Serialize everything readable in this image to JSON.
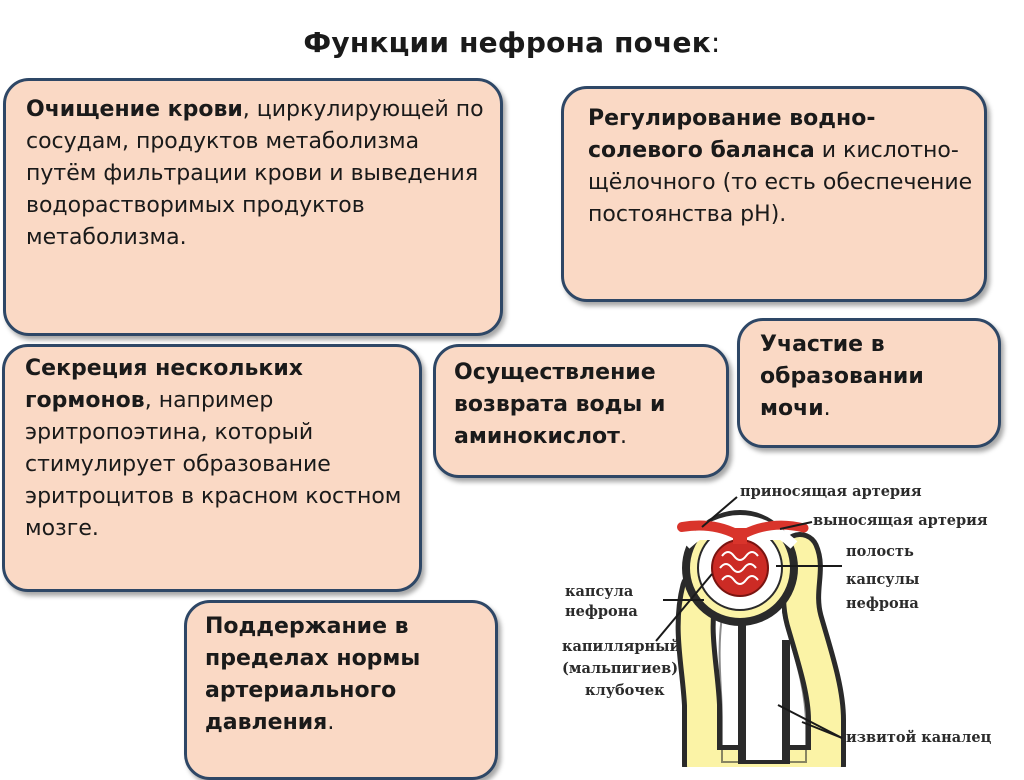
{
  "title": {
    "text": "Функции нефрона почек",
    "colon": ":"
  },
  "cards": {
    "blood_cleaning": {
      "bold": "Очищение крови",
      "text": ", циркулирующей по сосудам, продуктов метаболизма путём фильтрации крови и выведения водорастворимых продуктов метаболизма."
    },
    "water_salt": {
      "bold": "Регулирование водно-солевого баланса",
      "text": " и кислотно-щёлочного (то есть обеспечение постоянства pH)."
    },
    "hormones": {
      "bold": "Секреция нескольких гормонов",
      "text": ", например эритропоэтина, который стимулирует образование эритроцитов в красном костном мозге."
    },
    "reabsorption": {
      "bold": "Осуществление возврата воды и аминокислот",
      "text": "."
    },
    "urine": {
      "bold": "Участие в образовании мочи",
      "text": "."
    },
    "pressure": {
      "bold": "Поддержание в пределах нормы артериального давления",
      "text": "."
    }
  },
  "diagram_labels": {
    "afferent": "приносящая артерия",
    "efferent": "выносящая артерия",
    "cavity_1": "полость",
    "cavity_2": "капсулы",
    "cavity_3": "нефрона",
    "capsule_1": "капсула",
    "capsule_2": "нефрона",
    "glomerulus_1": "капиллярный",
    "glomerulus_2": "(мальпигиев)",
    "glomerulus_3": "клубочек",
    "tubule": "извитой каналец"
  },
  "colors": {
    "card_fill": "#fad9c5",
    "card_border": "#2e4766",
    "vessel_red": "#d9342b",
    "tubule_yellow": "#fbf3a6"
  }
}
